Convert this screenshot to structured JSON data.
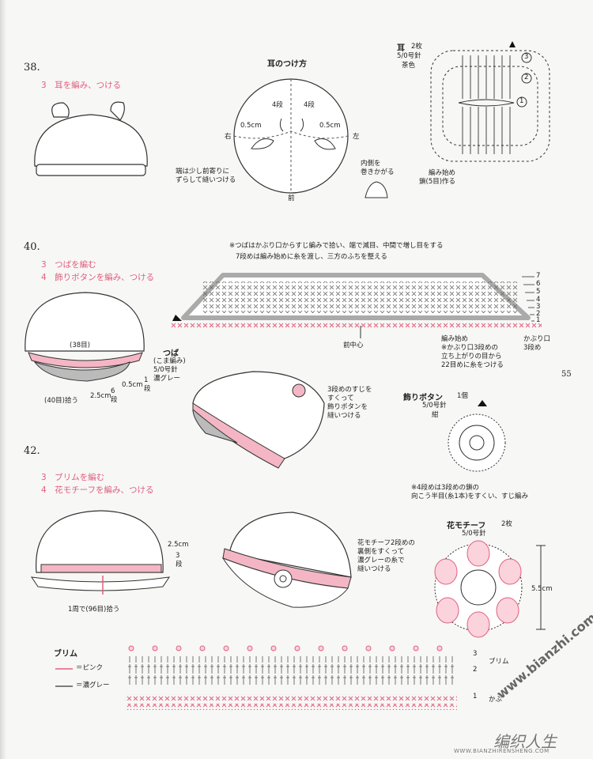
{
  "page_number": "55",
  "sections": [
    {
      "number": "38.",
      "steps": [
        "3　耳を編み、つける"
      ]
    },
    {
      "number": "40.",
      "steps": [
        "3　つばを編む",
        "4　飾りボタンを編み、つける"
      ]
    },
    {
      "number": "42.",
      "steps": [
        "3　ブリムを編む",
        "4　花モチーフを編み、つける"
      ]
    }
  ],
  "ear_attach": {
    "title": "耳のつけ方",
    "left": "右",
    "right": "左",
    "front": "前",
    "dan_left": "4段",
    "dan_right": "4段",
    "size_left": "0.5cm",
    "size_right": "0.5cm",
    "note": "端は少し前寄りに\nずらして縫いつける",
    "curl_note": "内側を\n巻きかがる"
  },
  "ear_chart": {
    "title": "耳",
    "count": "2枚",
    "needle": "5/0号針",
    "color": "茶色",
    "rows": [
      "3",
      "2",
      "1"
    ],
    "start_note": "編み始め\n鎖(5目)作る"
  },
  "brim_chart": {
    "note1": "※つばはかぶり口からすじ編みで拾い、端で減目、中間で増し目をする",
    "note2": "7段めは編み始めに糸を渡し、三方のふちを整える",
    "rows": [
      "7",
      "6",
      "5",
      "4",
      "3",
      "2",
      "1"
    ],
    "center": "前中心",
    "start_note": "編み始め\n※かぶり口3段めの\n立ち上がりの目から\n22目めに糸をつける",
    "edge_label": "かぶり口\n3段め"
  },
  "hat40": {
    "stitch_count": "(38目)",
    "pick": "(40目)拾う",
    "brim_width": "2.5cm",
    "brim_dan": "6段",
    "brim_side": "0.5cm",
    "brim_side_dan": "1段",
    "tsuba_title": "つば",
    "tsuba_spec": "(こま編み)\n5/0号針\n濃グレー",
    "button_note": "3段めのすじを\nすくって\n飾りボタンを\n縫いつける"
  },
  "button": {
    "title": "飾りボタン",
    "count": "1個",
    "needle": "5/0号針",
    "color": "紺",
    "note": "※4段めは3段めの鎖の\n向こう半目(糸1本)をすくい、すじ編み"
  },
  "hat42": {
    "height": "2.5cm",
    "dan": "3段",
    "pick": "1周で(96目)拾う",
    "motif_note": "花モチーフ2段めの\n裏側をすくって\n濃グレーの糸で\n縫いつける"
  },
  "flower": {
    "title": "花モチーフ",
    "count": "2枚",
    "needle": "5/0号針",
    "size": "5.5cm"
  },
  "brim42": {
    "title": "ブリム",
    "legend_pink": "＝ピンク",
    "legend_gray": "＝濃グレー",
    "row_labels": [
      "3",
      "2",
      "1"
    ],
    "brim_label": "ブリム",
    "kaburi_label": "かぶ",
    "watermark": "www.bianzhi.com",
    "footer_brand": "编织人生",
    "footer_url": "WWW.BIANZHIRENSHENG.COM"
  },
  "colors": {
    "pink": "#e0607e",
    "gray": "#888888",
    "line": "#333333"
  }
}
